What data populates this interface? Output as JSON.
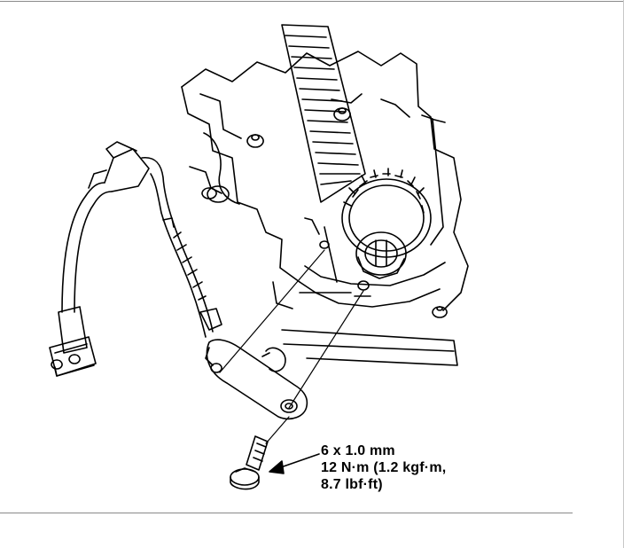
{
  "spec": {
    "size": "6 x 1.0 mm",
    "torque_line1": "12 N·m (1.2 kgf·m,",
    "torque_line2": "8.7 lbf·ft)"
  },
  "colors": {
    "line": "#000000",
    "background": "#ffffff",
    "rule": "#8a8a8a"
  }
}
